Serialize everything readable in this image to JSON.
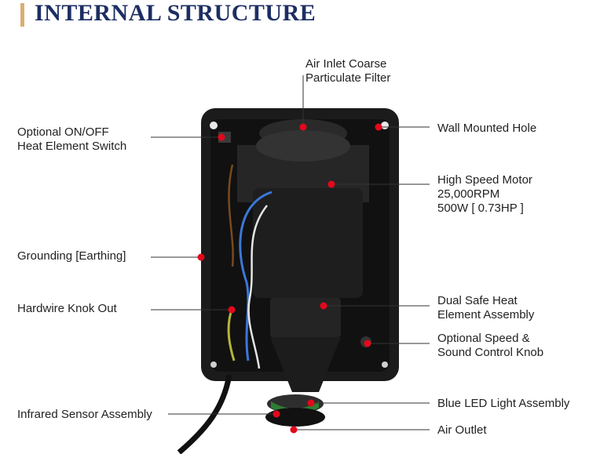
{
  "title": "INTERNAL STRUCTURE",
  "colors": {
    "title": "#1c2e63",
    "accent_bar": "#d8b072",
    "dot": "#e3091b",
    "device": "#141414"
  },
  "labels": {
    "air_inlet": "Air Inlet Coarse\nParticulate Filter",
    "switch": "Optional ON/OFF\nHeat Element Switch",
    "wall_hole": "Wall Mounted Hole",
    "motor": "High Speed Motor\n25,000RPM\n500W [ 0.73HP ]",
    "grounding": "Grounding [Earthing]",
    "hardwire": "Hardwire Knok Out",
    "heat_element": "Dual Safe Heat\nElement Assembly",
    "speed_knob": "Optional Speed &\nSound Control Knob",
    "led": "Blue LED Light Assembly",
    "sensor": "Infrared Sensor Assembly",
    "outlet": "Air Outlet"
  }
}
